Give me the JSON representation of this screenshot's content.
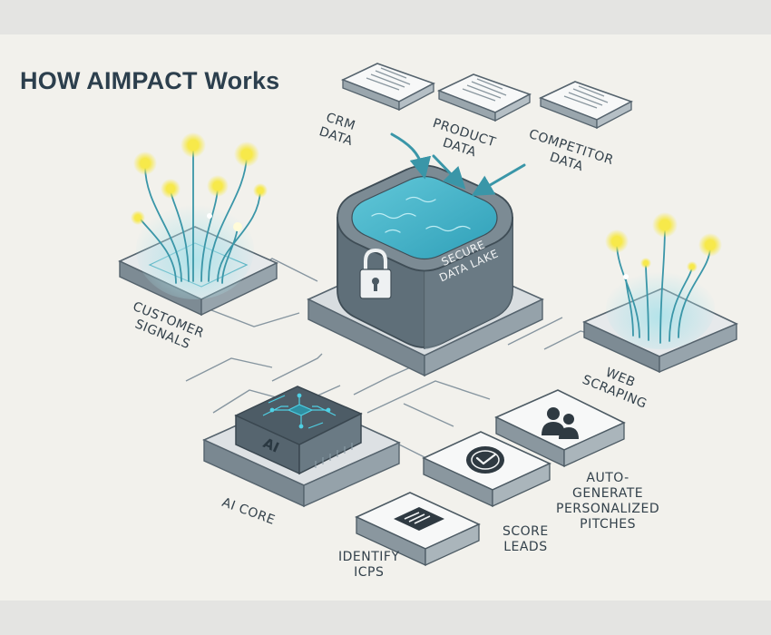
{
  "title": "HOW AIMPACT Works",
  "sources": {
    "crm": [
      "CRM",
      "DATA"
    ],
    "product": [
      "PRODUCT",
      "DATA"
    ],
    "competitor": [
      "COMPETITOR",
      "DATA"
    ]
  },
  "data_lake": [
    "SECURE",
    "DATA LAKE"
  ],
  "customer_signals": [
    "CUSTOMER",
    "SIGNALS"
  ],
  "web_scraping": [
    "WEB",
    "SCRAPING"
  ],
  "ai_core": {
    "chip": "AI",
    "label": "AI CORE"
  },
  "outputs": {
    "identify": [
      "IDENTIFY",
      "ICPS"
    ],
    "score": [
      "SCORE",
      "LEADS"
    ],
    "pitch": [
      "AUTO-",
      "GENERATE",
      "PERSONALIZED",
      "PITCHES"
    ]
  },
  "colors": {
    "water": "#3fb5cb",
    "glow": "#f3e23c",
    "teal_line": "#3a96a8",
    "slate": "#6c7b85",
    "ink": "#33414b"
  },
  "icons": {
    "lock": "padlock-icon",
    "check": "checkmark-icon",
    "list": "list-icon",
    "users": "users-icon",
    "chip": "chip-circuit-icon"
  }
}
